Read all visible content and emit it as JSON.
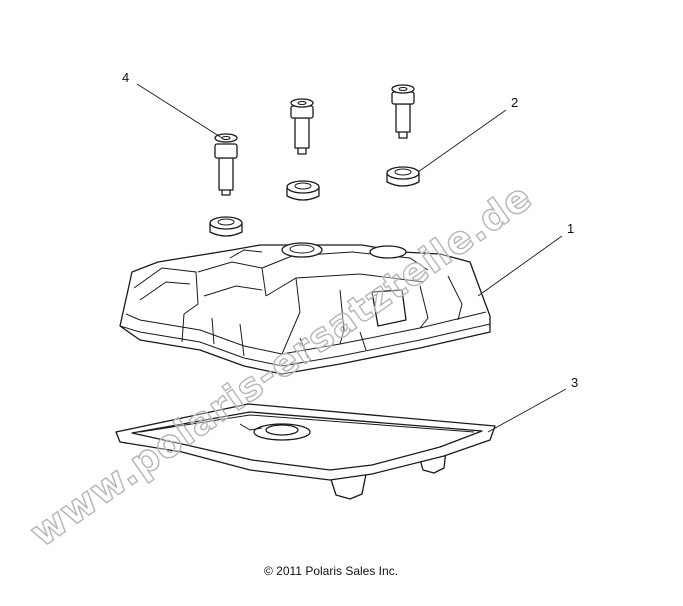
{
  "callouts": [
    {
      "id": "1",
      "label": "1"
    },
    {
      "id": "2",
      "label": "2"
    },
    {
      "id": "3",
      "label": "3"
    },
    {
      "id": "4",
      "label": "4"
    }
  ],
  "watermark": "www.polaris-ersatzteile.de",
  "copyright": "© 2011 Polaris Sales Inc."
}
